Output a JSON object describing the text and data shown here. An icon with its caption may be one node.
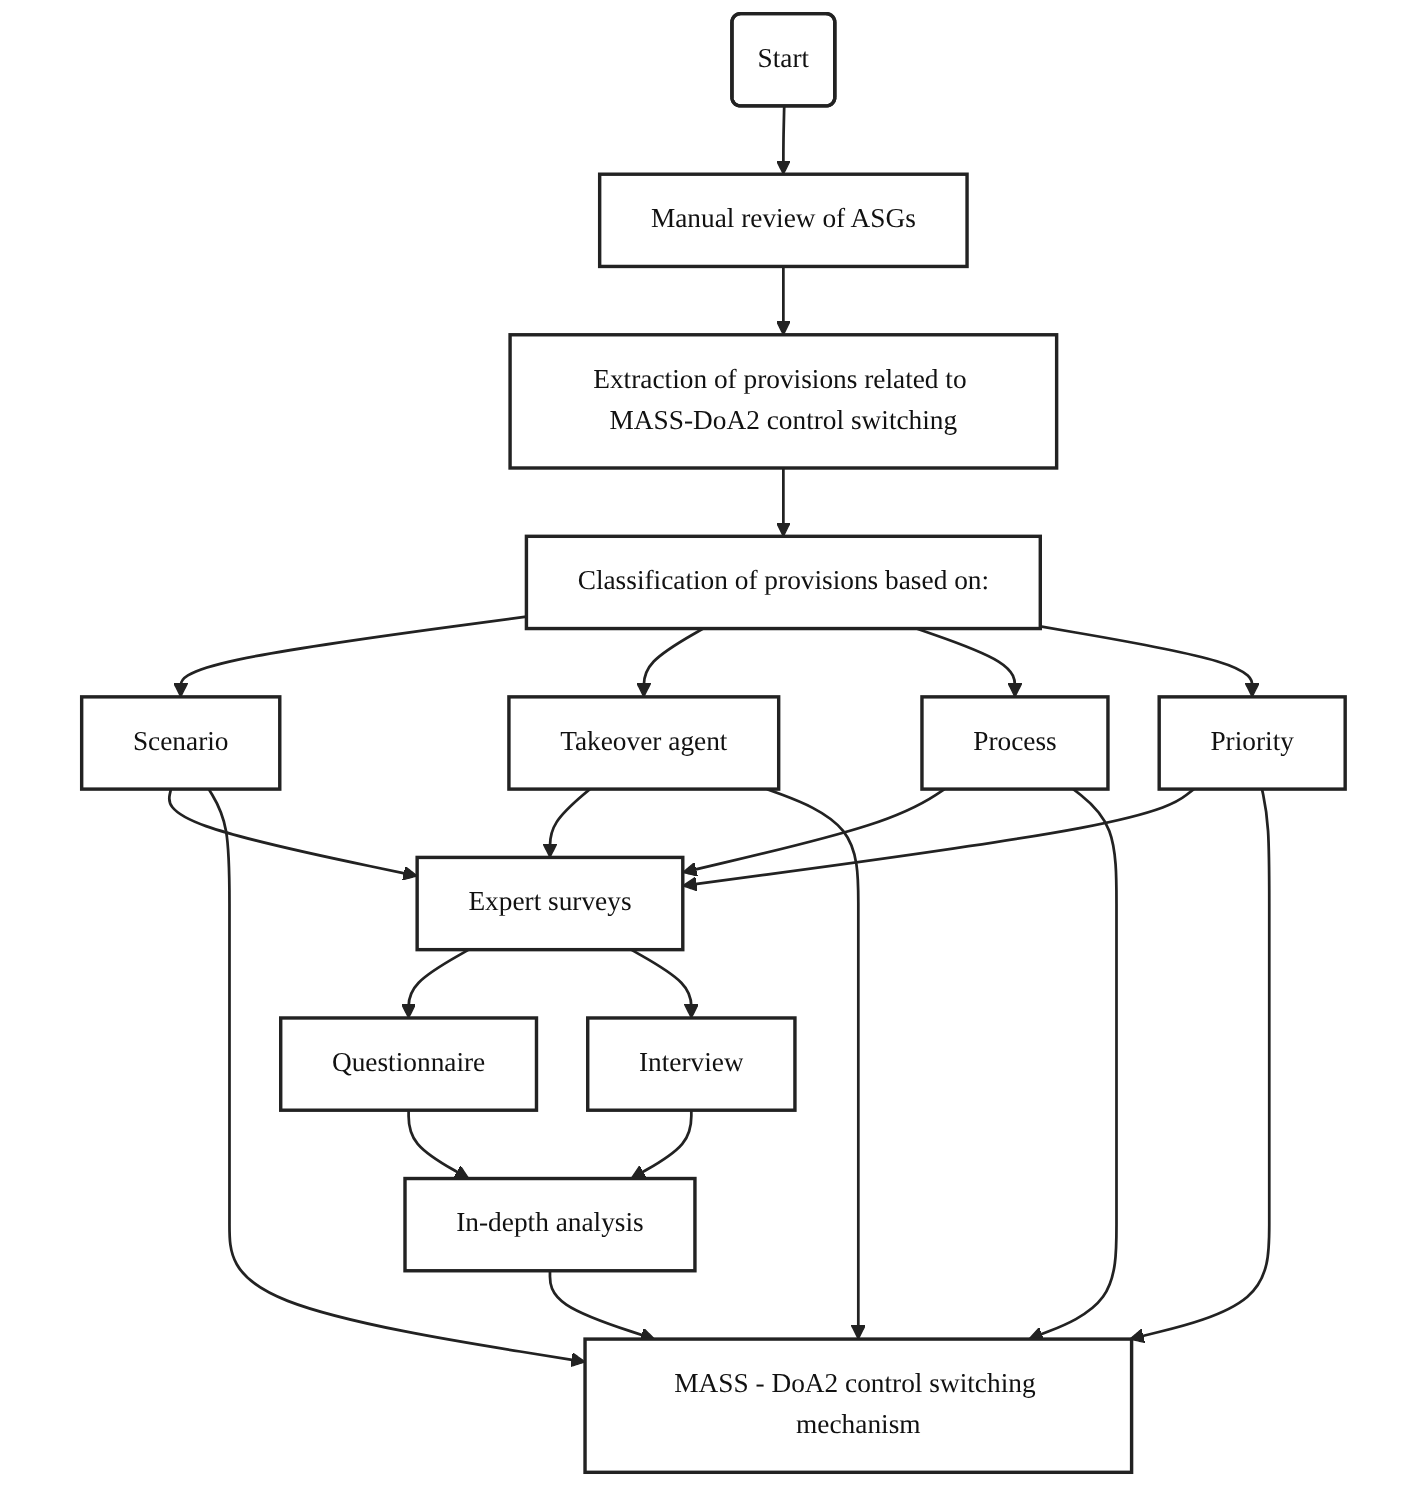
{
  "diagram": {
    "nodes": [
      {
        "text": [
          "Start"
        ]
      },
      {
        "text": [
          "Manual review of ASGs"
        ]
      },
      {
        "text": [
          "Extraction of provisions related to MASS-DoA2 control switching"
        ]
      },
      {
        "text": [
          "Classification of provisions based on:"
        ]
      },
      {
        "text": [
          "Scenario"
        ]
      },
      {
        "text": [
          "Takeover agent"
        ]
      },
      {
        "text": [
          "Process"
        ]
      },
      {
        "text": [
          "Priority"
        ]
      },
      {
        "text": [
          "Expert surveys"
        ]
      },
      {
        "text": [
          "Questionnaire"
        ]
      },
      {
        "text": [
          "Interview"
        ]
      },
      {
        "text": [
          "In-depth analysis"
        ]
      },
      {
        "text": [
          "MASS - DoA2 control switching mechanism"
        ]
      }
    ],
    "edges": [
      {
        "from": 0,
        "to": 1,
        "arrow": "to"
      },
      {
        "from": 1,
        "to": 2,
        "arrow": "to"
      },
      {
        "from": 2,
        "to": 3,
        "arrow": "to"
      },
      {
        "from": 3,
        "to": 4,
        "arrow": "to"
      },
      {
        "from": 3,
        "to": 5,
        "arrow": "to"
      },
      {
        "from": 3,
        "to": 6,
        "arrow": "to"
      },
      {
        "from": 3,
        "to": 7,
        "arrow": "to"
      },
      {
        "from": 4,
        "to": 8,
        "arrow": "to"
      },
      {
        "from": 5,
        "to": 8,
        "arrow": "to"
      },
      {
        "from": 6,
        "to": 8,
        "arrow": "to"
      },
      {
        "from": 7,
        "to": 8,
        "arrow": "to"
      },
      {
        "from": 8,
        "to": 9,
        "arrow": "to"
      },
      {
        "from": 8,
        "to": 10,
        "arrow": "to"
      },
      {
        "from": 9,
        "to": 11,
        "arrow": "to"
      },
      {
        "from": 10,
        "to": 11,
        "arrow": "to"
      },
      {
        "from": 4,
        "to": 12,
        "arrow": "to"
      },
      {
        "from": 5,
        "to": 12,
        "arrow": "to"
      },
      {
        "from": 6,
        "to": 12,
        "arrow": "to"
      },
      {
        "from": 7,
        "to": 12,
        "arrow": "to"
      },
      {
        "from": 11,
        "to": 12,
        "arrow": "to"
      }
    ]
  }
}
